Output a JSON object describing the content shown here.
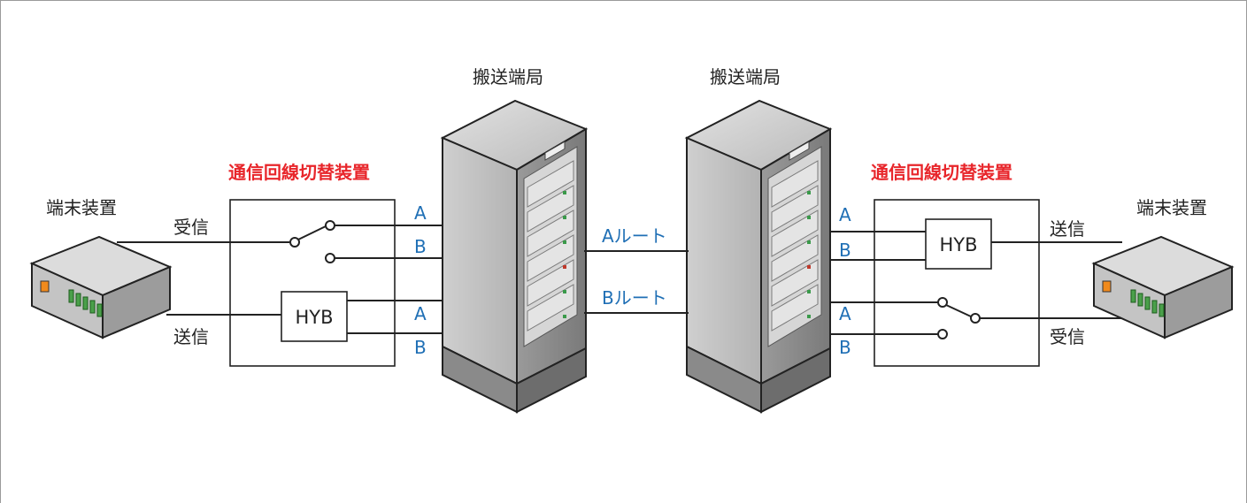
{
  "left": {
    "terminal_label": "端末装置",
    "switch_title": "通信回線切替装置",
    "receive_label": "受信",
    "send_label": "送信",
    "hyb_label": "HYB",
    "port_labels": [
      "A",
      "B",
      "A",
      "B"
    ]
  },
  "center": {
    "carrier_left_label": "搬送端局",
    "carrier_right_label": "搬送端局",
    "route_a_label": "Aルート",
    "route_b_label": "Bルート"
  },
  "right": {
    "terminal_label": "端末装置",
    "switch_title": "通信回線切替装置",
    "send_label": "送信",
    "receive_label": "受信",
    "hyb_label": "HYB",
    "port_labels": [
      "A",
      "B",
      "A",
      "B"
    ]
  },
  "colors": {
    "title_red": "#e8262b",
    "port_blue": "#1f6fb5",
    "terminal_led_orange": "#f08a1c",
    "terminal_port_green": "#4aa04a"
  }
}
